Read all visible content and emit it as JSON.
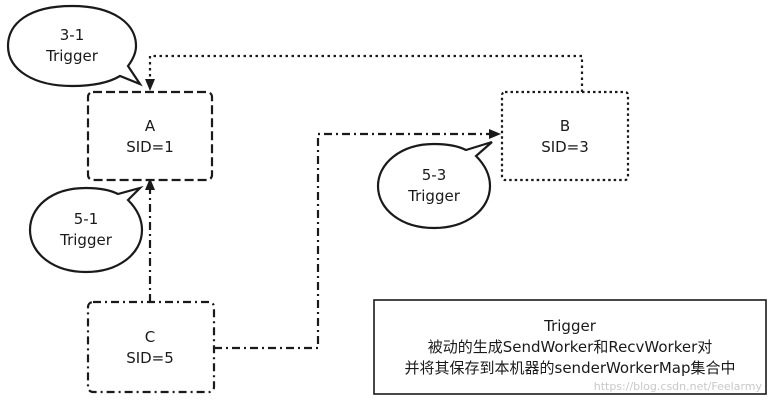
{
  "nodes": {
    "a": {
      "name": "A",
      "sid": "SID=1"
    },
    "b": {
      "name": "B",
      "sid": "SID=3"
    },
    "c": {
      "name": "C",
      "sid": "SID=5"
    }
  },
  "bubbles": {
    "b31": {
      "step": "3-1",
      "label": "Trigger"
    },
    "b51": {
      "step": "5-1",
      "label": "Trigger"
    },
    "b53": {
      "step": "5-3",
      "label": "Trigger"
    }
  },
  "legend": {
    "title": "Trigger",
    "line1": "被动的生成SendWorker和RecvWorker对",
    "line2": "并将其保存到本机器的senderWorkerMap集合中"
  },
  "watermark": "https://blog.csdn.net/Feelarmy"
}
